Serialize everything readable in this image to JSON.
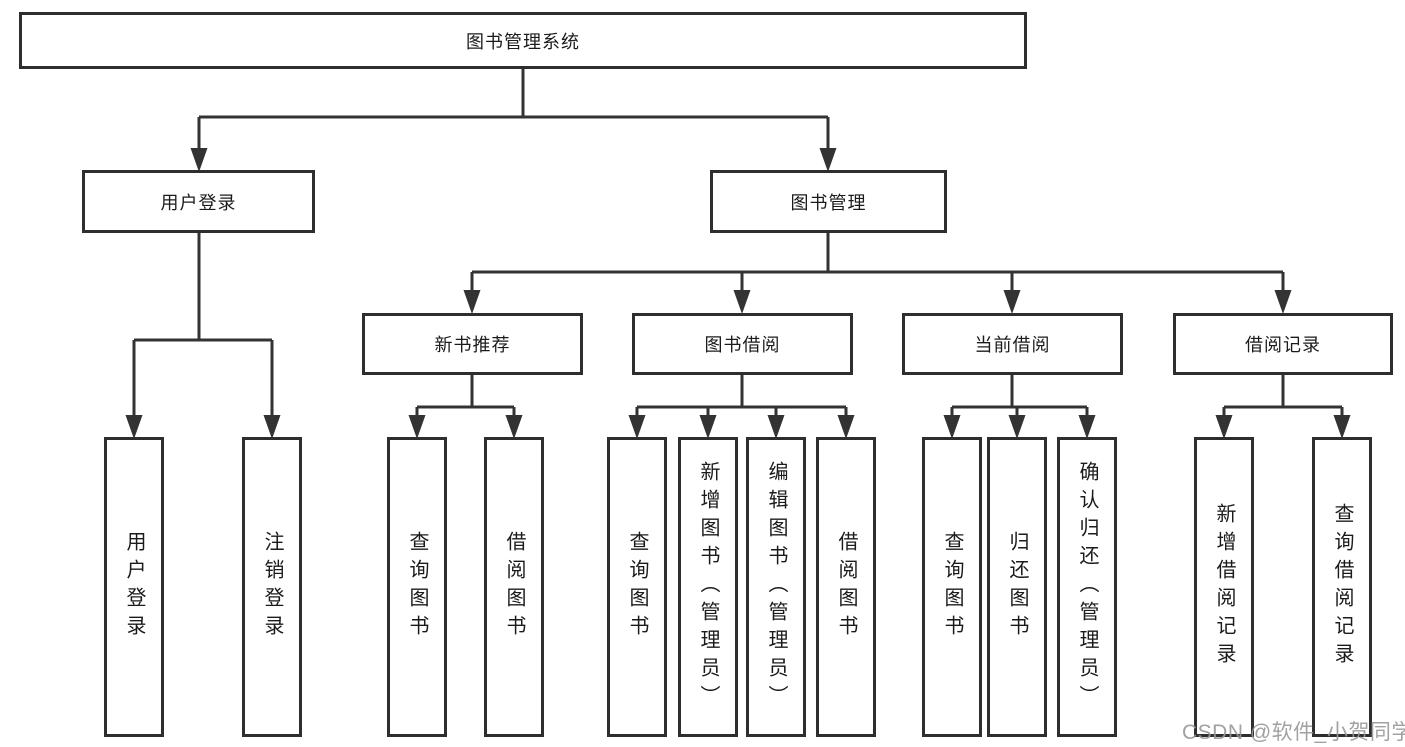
{
  "diagram": {
    "type": "tree",
    "root": {
      "label": "图书管理系统"
    },
    "level2": [
      {
        "label": "用户登录",
        "parent": "图书管理系统"
      },
      {
        "label": "图书管理",
        "parent": "图书管理系统"
      }
    ],
    "level3": [
      {
        "label": "新书推荐",
        "parent": "图书管理"
      },
      {
        "label": "图书借阅",
        "parent": "图书管理"
      },
      {
        "label": "当前借阅",
        "parent": "图书管理"
      },
      {
        "label": "借阅记录",
        "parent": "图书管理"
      }
    ],
    "leaves": [
      {
        "label": "用户登录",
        "parent": "用户登录"
      },
      {
        "label": "注销登录",
        "parent": "用户登录"
      },
      {
        "label": "查询图书",
        "parent": "新书推荐"
      },
      {
        "label": "借阅图书",
        "parent": "新书推荐"
      },
      {
        "label": "查询图书",
        "parent": "图书借阅"
      },
      {
        "label": "新增图书（管理员）",
        "parent": "图书借阅"
      },
      {
        "label": "编辑图书（管理员）",
        "parent": "图书借阅"
      },
      {
        "label": "借阅图书",
        "parent": "图书借阅"
      },
      {
        "label": "查询图书",
        "parent": "当前借阅"
      },
      {
        "label": "归还图书",
        "parent": "当前借阅"
      },
      {
        "label": "确认归还（管理员）",
        "parent": "当前借阅"
      },
      {
        "label": "新增借阅记录",
        "parent": "借阅记录"
      },
      {
        "label": "查询借阅记录",
        "parent": "借阅记录"
      }
    ],
    "colors": {
      "line": "#333333",
      "box_border": "#2e2e2e",
      "box_fill": "#ffffff",
      "text": "#1b1b1b",
      "background": "#ffffff",
      "watermark": "#979797"
    }
  },
  "watermark": {
    "text": "CSDN @软件_小贺同学"
  }
}
